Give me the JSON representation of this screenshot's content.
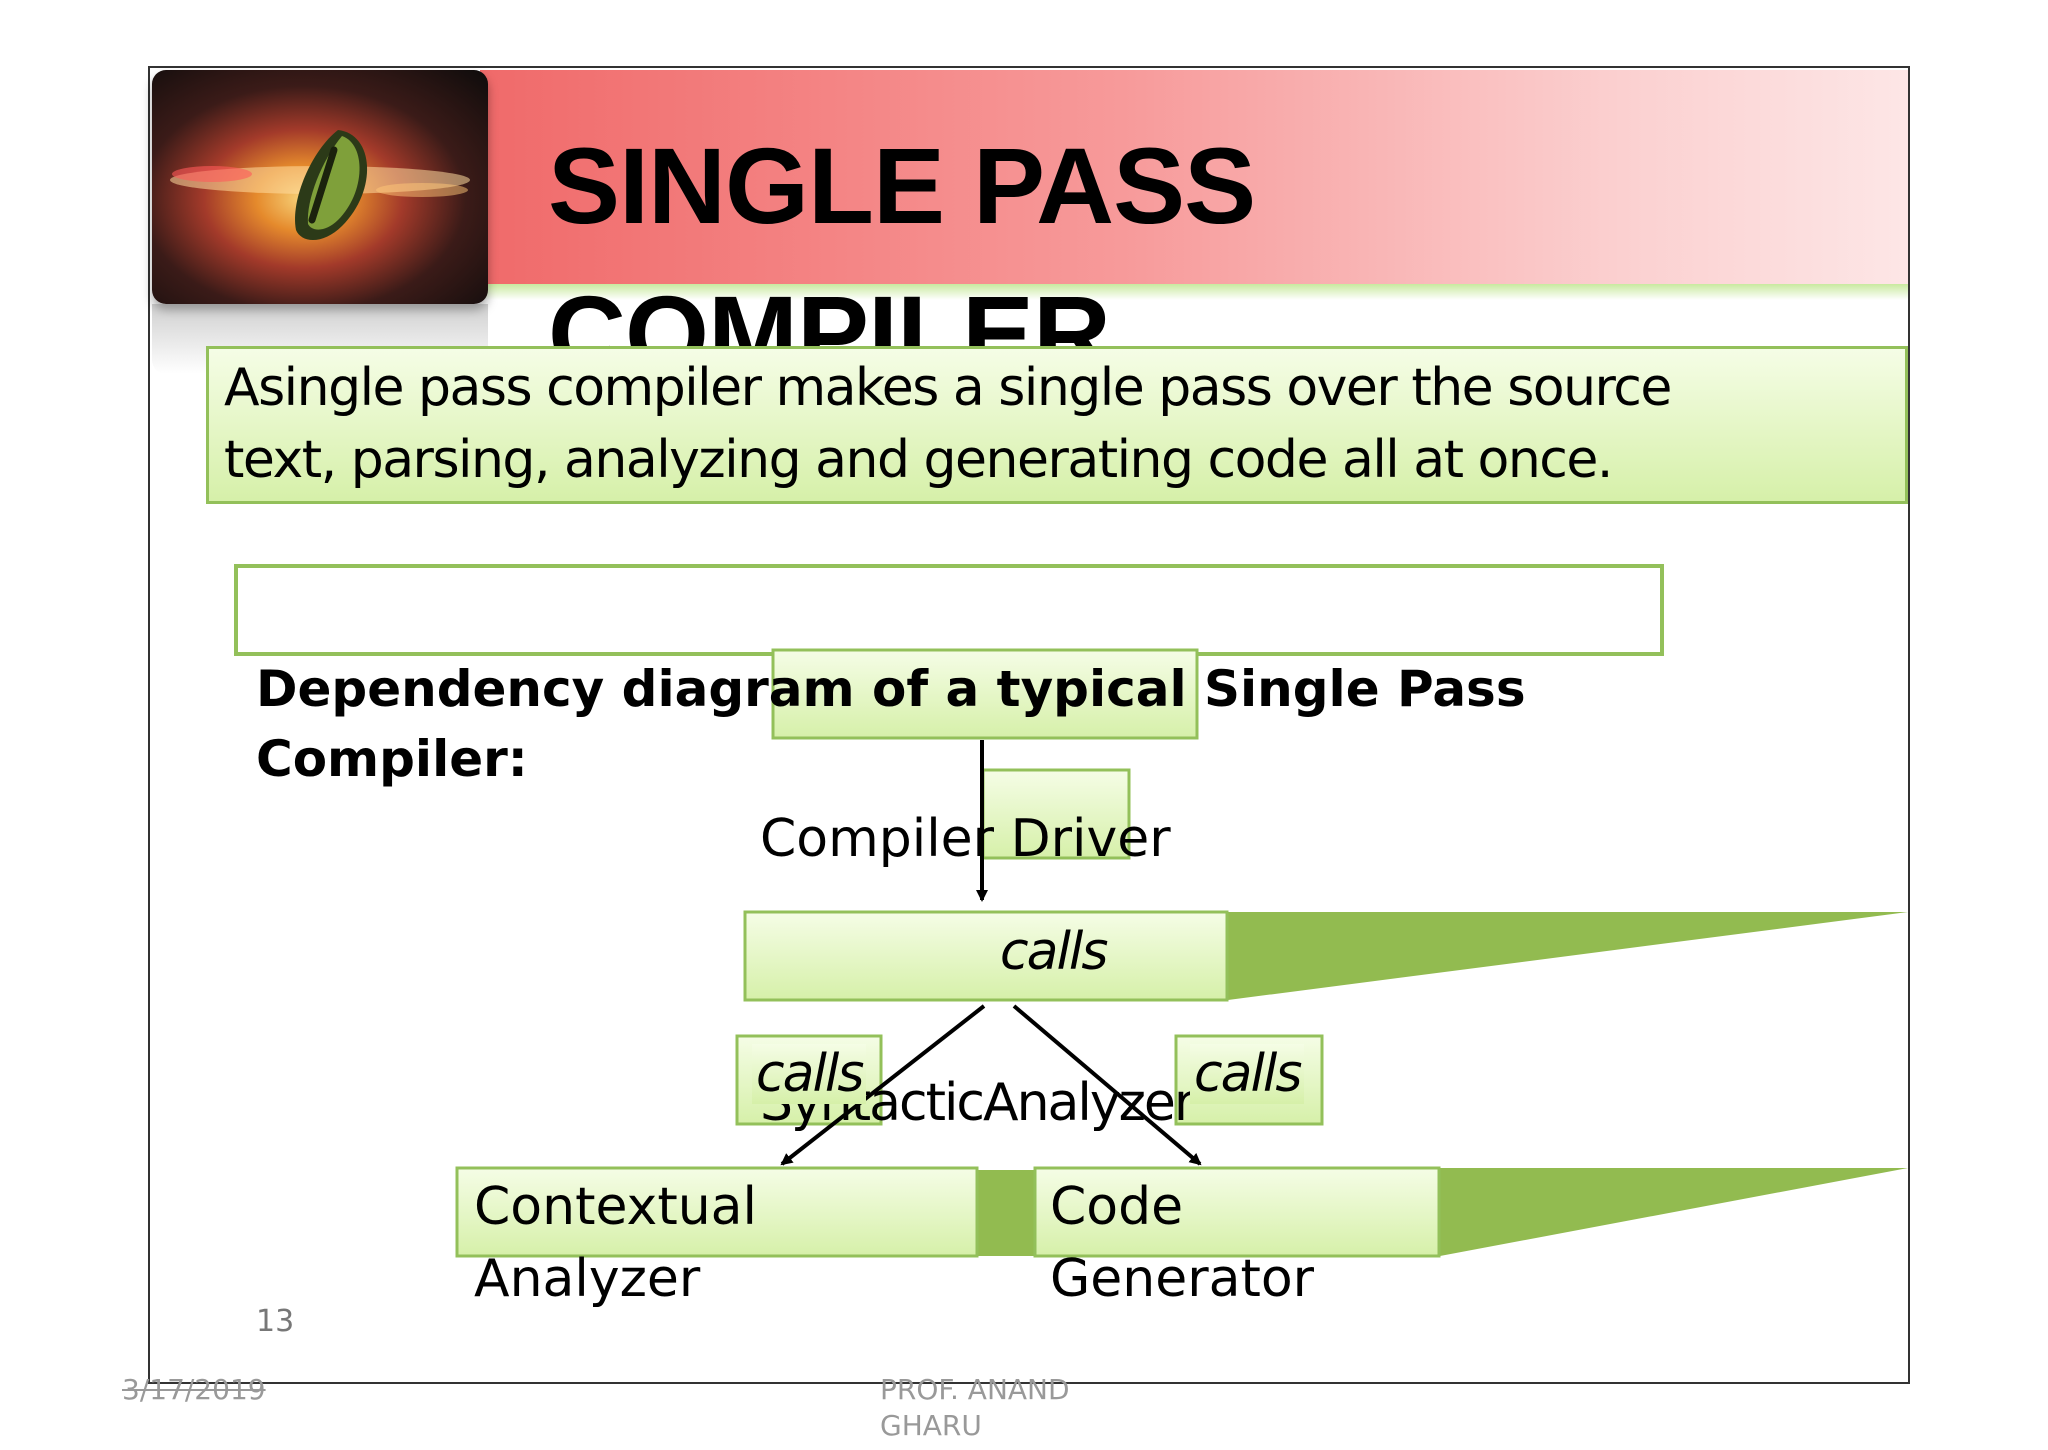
{
  "slide": {
    "title": "SINGLE PASS COMPILER",
    "intro": "Asingle pass compiler makes a single pass over the source text,  parsing, analyzing and generating code all at once.",
    "subheading": "Dependency diagram of a typical Single Pass Compiler:",
    "page_number": "13",
    "date": "3/17/2019",
    "author": "PROF. ANAND GHARU"
  },
  "diagram": {
    "driver": "Compiler Driver",
    "syntactic": "SyntacticAnalyzer",
    "contextual_line1": "Contextual",
    "contextual_line2": "Analyzer",
    "codegen_line1": "Code",
    "codegen_line2": "Generator",
    "calls_center": "calls",
    "calls_left": "calls",
    "calls_right": "calls"
  },
  "colors": {
    "accent_green": "#93c05a",
    "wedge_green": "#92bb50",
    "header_red": "#f06a6a"
  },
  "icons": {
    "logo": "leaf-logo-icon"
  }
}
